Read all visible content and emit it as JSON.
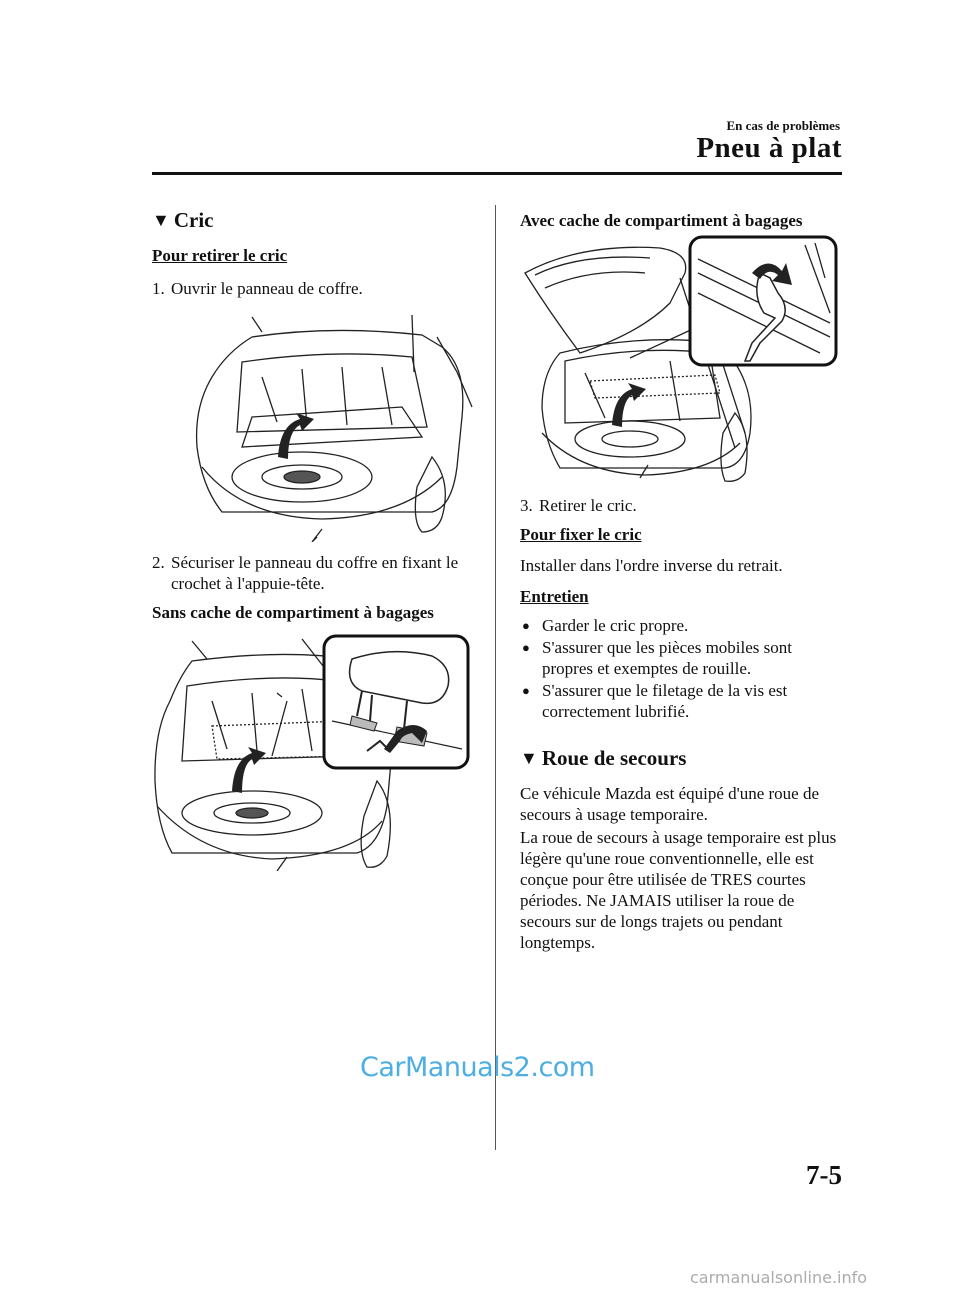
{
  "header": {
    "chapter": "En cas de problèmes",
    "title": "Pneu à plat"
  },
  "left": {
    "section_title": "Cric",
    "subhead_remove": "Pour retirer le cric",
    "step1_num": "1.",
    "step1_text": "Ouvrir le panneau de coffre.",
    "step2_num": "2.",
    "step2_text": "Sécuriser le panneau du coffre en fixant le crochet à l'appuie-tête.",
    "without_cover": "Sans cache de compartiment à bagages"
  },
  "right": {
    "with_cover": "Avec cache de compartiment à bagages",
    "step3_num": "3.",
    "step3_text": "Retirer le cric.",
    "subhead_fix": "Pour fixer le cric",
    "fix_text": "Installer dans l'ordre inverse du retrait.",
    "subhead_maint": "Entretien",
    "maint_items": [
      "Garder le cric propre.",
      "S'assurer que les pièces mobiles sont propres et exemptes de rouille.",
      "S'assurer que le filetage de la vis est correctement lubrifié."
    ],
    "section_title2": "Roue de secours",
    "para1": "Ce véhicule Mazda est équipé d'une roue de secours à usage temporaire.",
    "para2": "La roue de secours à usage temporaire est plus légère qu'une roue conventionnelle, elle est conçue pour être utilisée de TRES courtes périodes. Ne JAMAIS utiliser la roue de secours sur de longs trajets ou pendant longtemps."
  },
  "watermark": "CarManuals2.com",
  "footer_watermark": "carmanualsonline.info",
  "page_number": "7-5"
}
